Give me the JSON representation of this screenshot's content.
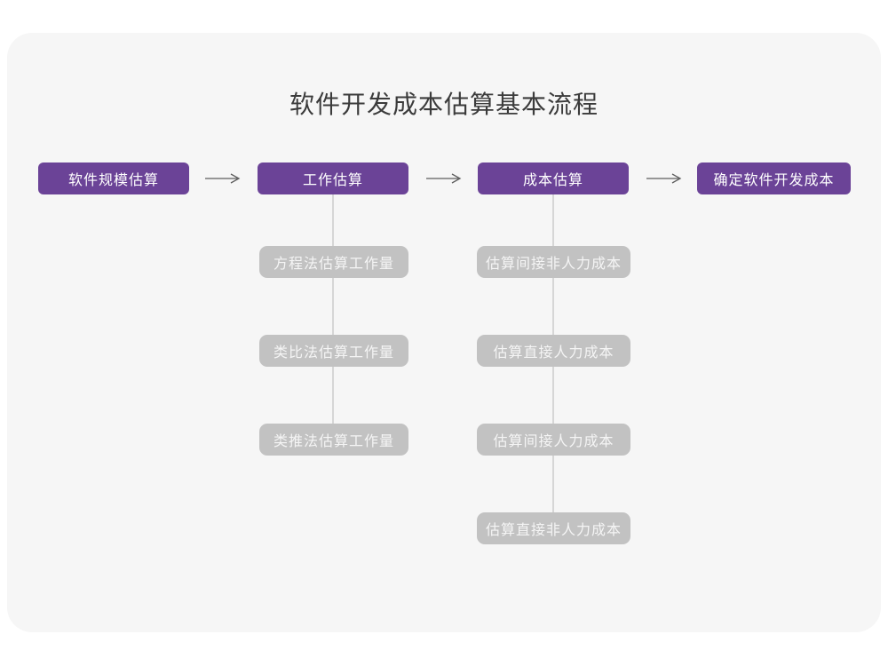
{
  "title": "软件开发成本估算基本流程",
  "colors": {
    "accent_purple": "#6b4397",
    "substep_gray": "#c2c2c2",
    "card_background": "#f6f6f6",
    "arrow_gray": "#5e5e5e",
    "connector_gray": "#d6d6d6"
  },
  "flow": {
    "main_steps": [
      "软件规模估算",
      "工作估算",
      "成本估算",
      "确定软件开发成本"
    ],
    "work_substeps": [
      "方程法估算工作量",
      "类比法估算工作量",
      "类推法估算工作量"
    ],
    "cost_substeps": [
      "估算间接非人力成本",
      "估算直接人力成本",
      "估算间接人力成本",
      "估算直接非人力成本"
    ]
  }
}
